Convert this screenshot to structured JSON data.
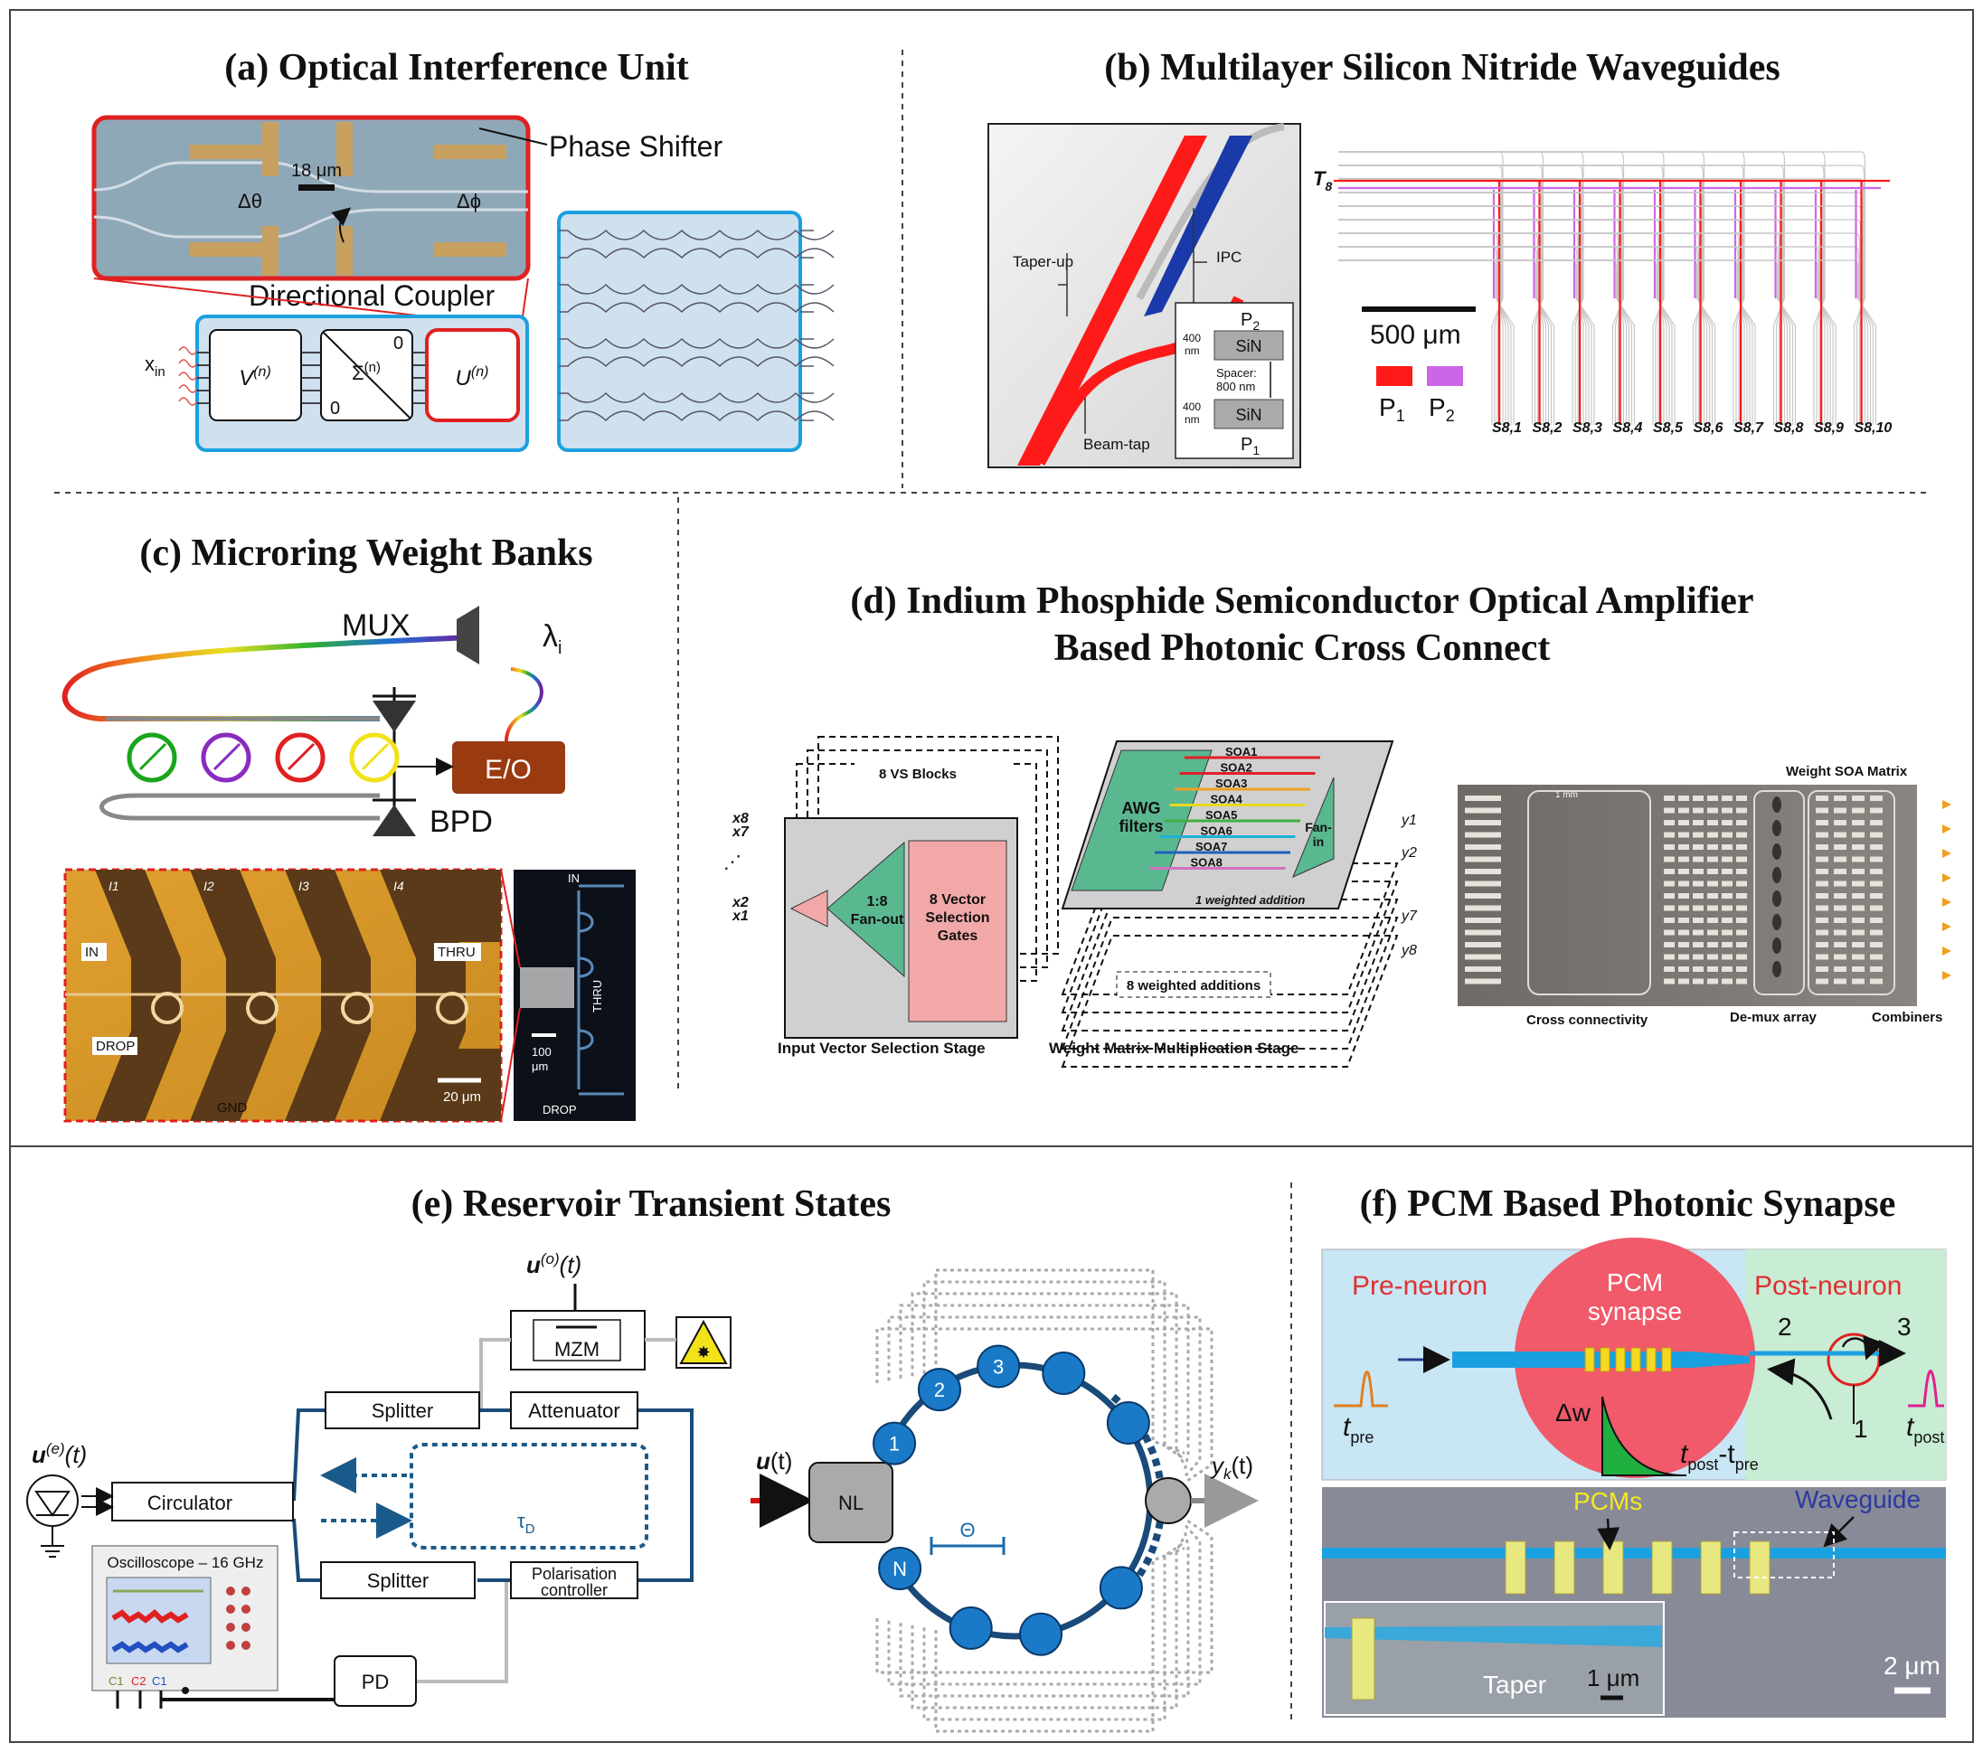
{
  "panels": {
    "a": {
      "title": "(a) Optical Interference Unit",
      "phase_shifter": "Phase Shifter",
      "directional_coupler": "Directional Coupler",
      "scale": "18 μm",
      "delta_theta": "Δθ",
      "delta_phi": "Δϕ",
      "x_in": "x",
      "x_in_sub": "in",
      "v_block": "V",
      "sigma_block": "Σ",
      "u_block": "U",
      "block_sup": "(n)",
      "zero": "0"
    },
    "b": {
      "title": "(b) Multilayer Silicon Nitride Waveguides",
      "taper_up": "Taper-up",
      "ipc": "IPC",
      "beam_tap": "Beam-tap",
      "p2": "P",
      "p1": "P",
      "p2_sub": "2",
      "p1_sub": "1",
      "sin": "SiN",
      "nm400": "400",
      "nm": "nm",
      "spacer": "Spacer:",
      "spacer_val": "800 nm",
      "scale": "500 μm",
      "t8": "T",
      "t8_sub": "8",
      "s_labels": [
        "S8,1",
        "S8,2",
        "S8,3",
        "S8,4",
        "S8,5",
        "S8,6",
        "S8,7",
        "S8,8",
        "S8,9",
        "S8,10"
      ],
      "colors": {
        "p1": "#ff1a1a",
        "p2": "#cc66e6"
      }
    },
    "c": {
      "title": "(c) Microring Weight Banks",
      "mux": "MUX",
      "lambda": "λ",
      "lambda_sub": "i",
      "eo": "E/O",
      "bpd": "BPD",
      "in": "IN",
      "thru": "THRU",
      "drop": "DROP",
      "gnd": "GND",
      "scale_small": "20 μm",
      "scale_large": "100",
      "scale_large_unit": "μm",
      "in2": "IN",
      "thru2": "THRU",
      "drop2": "DROP",
      "l_labels": [
        "I1",
        "I2",
        "I3",
        "I4"
      ],
      "ring_colors": [
        "#1aa51a",
        "#8a2bbf",
        "#e02020",
        "#f2e21a"
      ]
    },
    "d": {
      "title_line1": "(d) Indium Phosphide Semiconductor Optical Amplifier",
      "title_line2": "Based Photonic Cross Connect",
      "vs_blocks": "8 VS Blocks",
      "fan_out_1": "1:8",
      "fan_out_2": "Fan-out",
      "vsg_1": "8 Vector",
      "vsg_2": "Selection",
      "vsg_3": "Gates",
      "awg_1": "AWG",
      "awg_2": "filters",
      "fan_in_1": "Fan-",
      "fan_in_2": "in",
      "soa": [
        "SOA1",
        "SOA2",
        "SOA3",
        "SOA4",
        "SOA5",
        "SOA6",
        "SOA7",
        "SOA8"
      ],
      "soa_colors": [
        "#e0202a",
        "#e0202a",
        "#f0a020",
        "#e8d820",
        "#40b040",
        "#20b0d8",
        "#2060c0",
        "#d070c0"
      ],
      "weighted_one": "1 weighted addition",
      "weighted_eight": "8 weighted additions",
      "stage1": "Input Vector Selection Stage",
      "stage2": "Weight Matrix Multiplication Stage",
      "x_inputs": [
        "x8",
        "x7",
        "x2",
        "x1"
      ],
      "y_outputs": [
        "y1",
        "y2",
        "y7",
        "y8"
      ],
      "weight_soa": "Weight SOA Matrix",
      "mm": "1 mm",
      "cross_conn": "Cross connectivity",
      "demux": "De-mux array",
      "combiners": "Combiners"
    },
    "e": {
      "title": "(e) Reservoir Transient States",
      "uo": "u",
      "uo_sup": "(o)",
      "uo_t": "(t)",
      "ue": "u",
      "ue_sup": "(e)",
      "ue_t": "(t)",
      "mzm": "MZM",
      "splitter": "Splitter",
      "attenuator": "Attenuator",
      "circulator": "Circulator",
      "tau": "τ",
      "tau_sub": "D",
      "polarisation_1": "Polarisation",
      "polarisation_2": "controller",
      "oscilloscope": "Oscilloscope – 16 GHz",
      "c_labels": [
        "C1",
        "C2",
        "C1"
      ],
      "pd": "PD",
      "ut": "u",
      "ut_t": "(t)",
      "nl": "NL",
      "nodes": [
        "1",
        "2",
        "3",
        "N"
      ],
      "theta": "Θ",
      "yk": "y",
      "yk_sub": "k",
      "yk_t": "(t)"
    },
    "f": {
      "title": "(f) PCM Based Photonic Synapse",
      "pre": "Pre-neuron",
      "post": "Post-neuron",
      "pcm_1": "PCM",
      "pcm_2": "synapse",
      "dw": "Δw",
      "t_post_pre_1": "t",
      "t_post_pre_sub1": "post",
      "t_post_pre_mid": "-t",
      "t_post_pre_sub2": "pre",
      "t_pre": "t",
      "t_pre_sub": "pre",
      "t_post": "t",
      "t_post_sub": "post",
      "port2": "2",
      "port3": "3",
      "port1": "1",
      "pcms": "PCMs",
      "waveguide": "Waveguide",
      "taper": "Taper",
      "scale_1": "1 μm",
      "scale_2": "2 μm"
    }
  }
}
